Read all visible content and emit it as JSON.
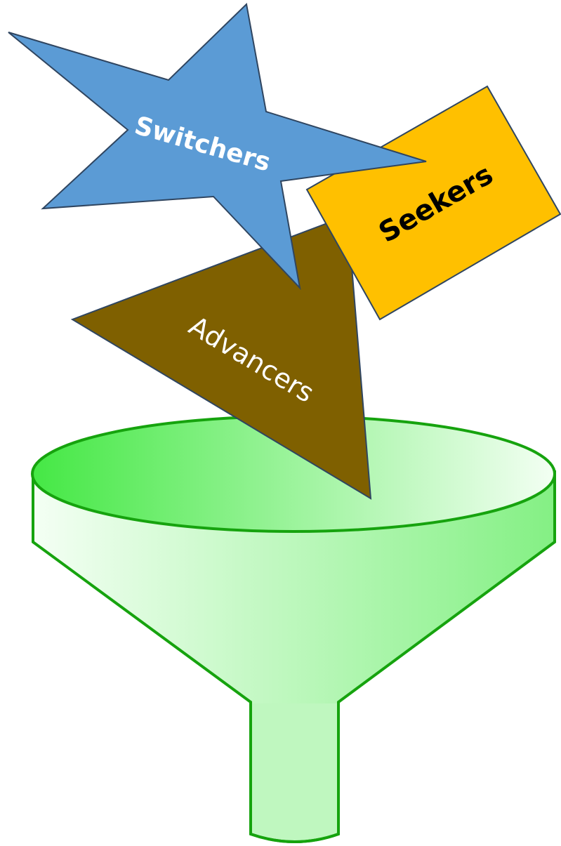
{
  "diagram": {
    "shapes": [
      {
        "id": "switchers",
        "label": "Switchers",
        "shape": "star",
        "fill": "#5B9BD5",
        "text_color": "#FFFFFF",
        "weight": "bold"
      },
      {
        "id": "seekers",
        "label": "Seekers",
        "shape": "rectangle",
        "fill": "#FFC000",
        "text_color": "#000000",
        "weight": "bold"
      },
      {
        "id": "advancers",
        "label": "Advancers",
        "shape": "triangle",
        "fill": "#7F6000",
        "text_color": "#FFFFFF",
        "weight": "normal"
      }
    ],
    "funnel": {
      "stroke": "#16A30E",
      "rim_gradient": [
        "#45E845",
        "#F3FFF3"
      ],
      "body_gradient": [
        "#F4FFF4",
        "#84F084"
      ],
      "spout_fill": "#BFF7BF"
    },
    "outline_color": "#2F4560"
  }
}
